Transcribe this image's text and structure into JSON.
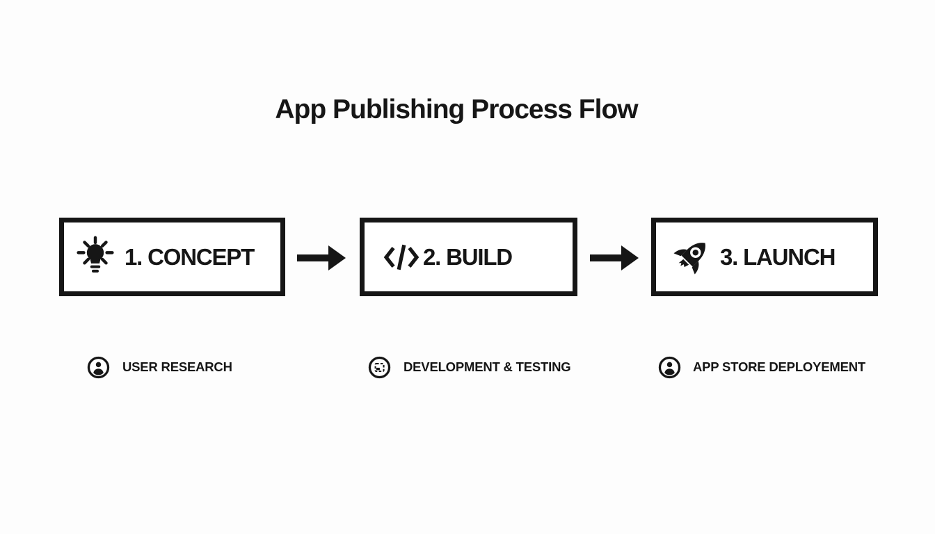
{
  "title": "App Publishing Process Flow",
  "colors": {
    "ink": "#161616",
    "background": "#fdfdfd",
    "box_fill": "#ffffff"
  },
  "steps": [
    {
      "label": "1. CONCEPT",
      "icon": "lightbulb-idea-icon",
      "sub_icon": "person-circle-icon",
      "sub_label": "USER RESEARCH"
    },
    {
      "label": "2. BUILD",
      "icon": "code-brackets-icon",
      "sub_icon": "dev-board-circle-icon",
      "sub_label": "DEVELOPMENT & TESTING"
    },
    {
      "label": "3. LAUNCH",
      "icon": "rocket-icon",
      "sub_icon": "person-circle-icon",
      "sub_label": "APP STORE DEPLOYEMENT"
    }
  ],
  "connectors": [
    {
      "type": "arrow-right"
    },
    {
      "type": "arrow-right"
    }
  ]
}
